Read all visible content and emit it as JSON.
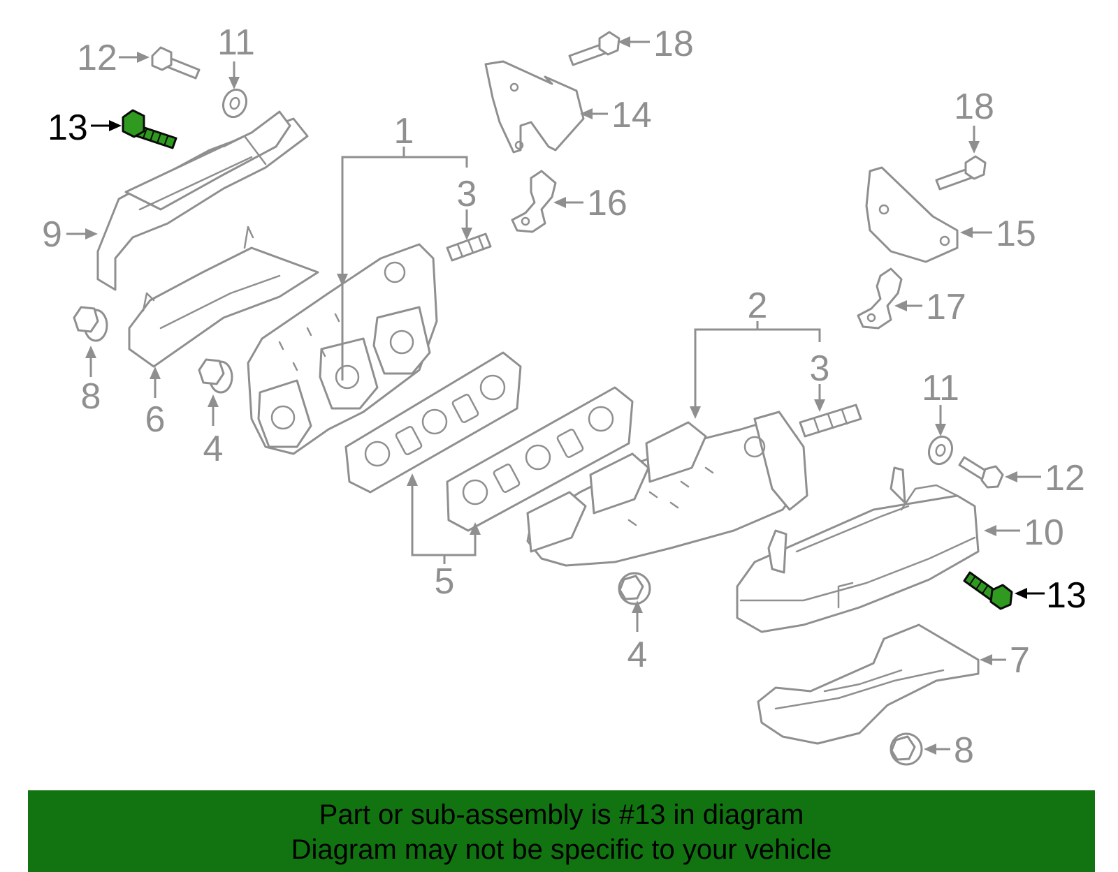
{
  "diagram": {
    "callouts": {
      "c1": "1",
      "c2": "2",
      "c3a": "3",
      "c3b": "3",
      "c4a": "4",
      "c4b": "4",
      "c5": "5",
      "c6": "6",
      "c7": "7",
      "c8a": "8",
      "c8b": "8",
      "c9": "9",
      "c10": "10",
      "c11a": "11",
      "c11b": "11",
      "c12a": "12",
      "c12b": "12",
      "c13a": "13",
      "c13b": "13",
      "c14": "14",
      "c15": "15",
      "c16": "16",
      "c17": "17",
      "c18a": "18",
      "c18b": "18"
    },
    "highlight_part": "13",
    "colors": {
      "line_art": "#8f8f8f",
      "highlight_fill": "#2f9a1f",
      "highlight_text": "#000000",
      "banner_bg": "#117411"
    }
  },
  "banner": {
    "line1": "Part or sub-assembly is #13 in diagram",
    "line2": "Diagram may not be specific to your vehicle"
  }
}
